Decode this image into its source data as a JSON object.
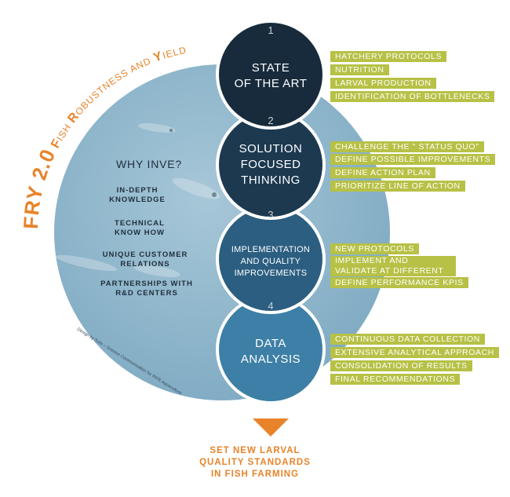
{
  "title": {
    "main": "FRY 2.0",
    "subtitle_letters": [
      {
        "cap": "F",
        "rest": "ISH "
      },
      {
        "cap": "R",
        "rest": "OBUSTNESS AND "
      },
      {
        "cap": "Y",
        "rest": "IELD"
      }
    ]
  },
  "why": {
    "title": "WHY INVE?",
    "items": [
      "IN-DEPTH KNOWLEDGE",
      "TECHNICAL KNOW HOW",
      "UNIQUE CUSTOMER RELATIONS",
      "PARTNERSHIPS WITH R&D CENTERS"
    ]
  },
  "credit": "Design by Scilx – Science Communication for INVE Aquaculture",
  "stages": [
    {
      "number": "1",
      "lines": [
        "STATE",
        "OF THE ART"
      ],
      "items": [
        "HATCHERY PROTOCOLS",
        "NUTRITION",
        "LARVAL PRODUCTION",
        "IDENTIFICATION OF BOTTLENECKS"
      ]
    },
    {
      "number": "2",
      "lines": [
        "SOLUTION",
        "FOCUSED",
        "THINKING"
      ],
      "items": [
        "CHALLENGE THE \" STATUS QUO\"",
        "DEFINE POSSIBLE IMPROVEMENTS",
        "DEFINE ACTION PLAN",
        "PRIORITIZE LINE OF ACTION"
      ]
    },
    {
      "number": "3",
      "lines": [
        "IMPLEMENTATION",
        "AND QUALITY",
        "IMPROVEMENTS"
      ],
      "items": [
        "NEW PROTOCOLS",
        "IMPLEMENT AND VALIDATE AT DIFFERENT SCALES",
        "DEFINE PERFORMANCE KPIS"
      ]
    },
    {
      "number": "4",
      "lines": [
        "DATA",
        "ANALYSIS"
      ],
      "items": [
        "CONTINUOUS DATA COLLECTION",
        "EXTENSIVE ANALYTICAL APPROACH",
        "CONSOLIDATION OF RESULTS",
        "FINAL RECOMMENDATIONS"
      ]
    }
  ],
  "outcome": [
    "SET NEW LARVAL",
    "QUALITY STANDARDS",
    "IN FISH FARMING"
  ],
  "colors": {
    "big_circle": "#8fb6cc",
    "stage1": "#172b3c",
    "stage2": "#1c3950",
    "stage3": "#2b5e80",
    "stage4": "#3d7fa6",
    "label_green": "#b7c146",
    "accent_orange": "#e8832a",
    "text_dark": "#1f2e3b"
  }
}
